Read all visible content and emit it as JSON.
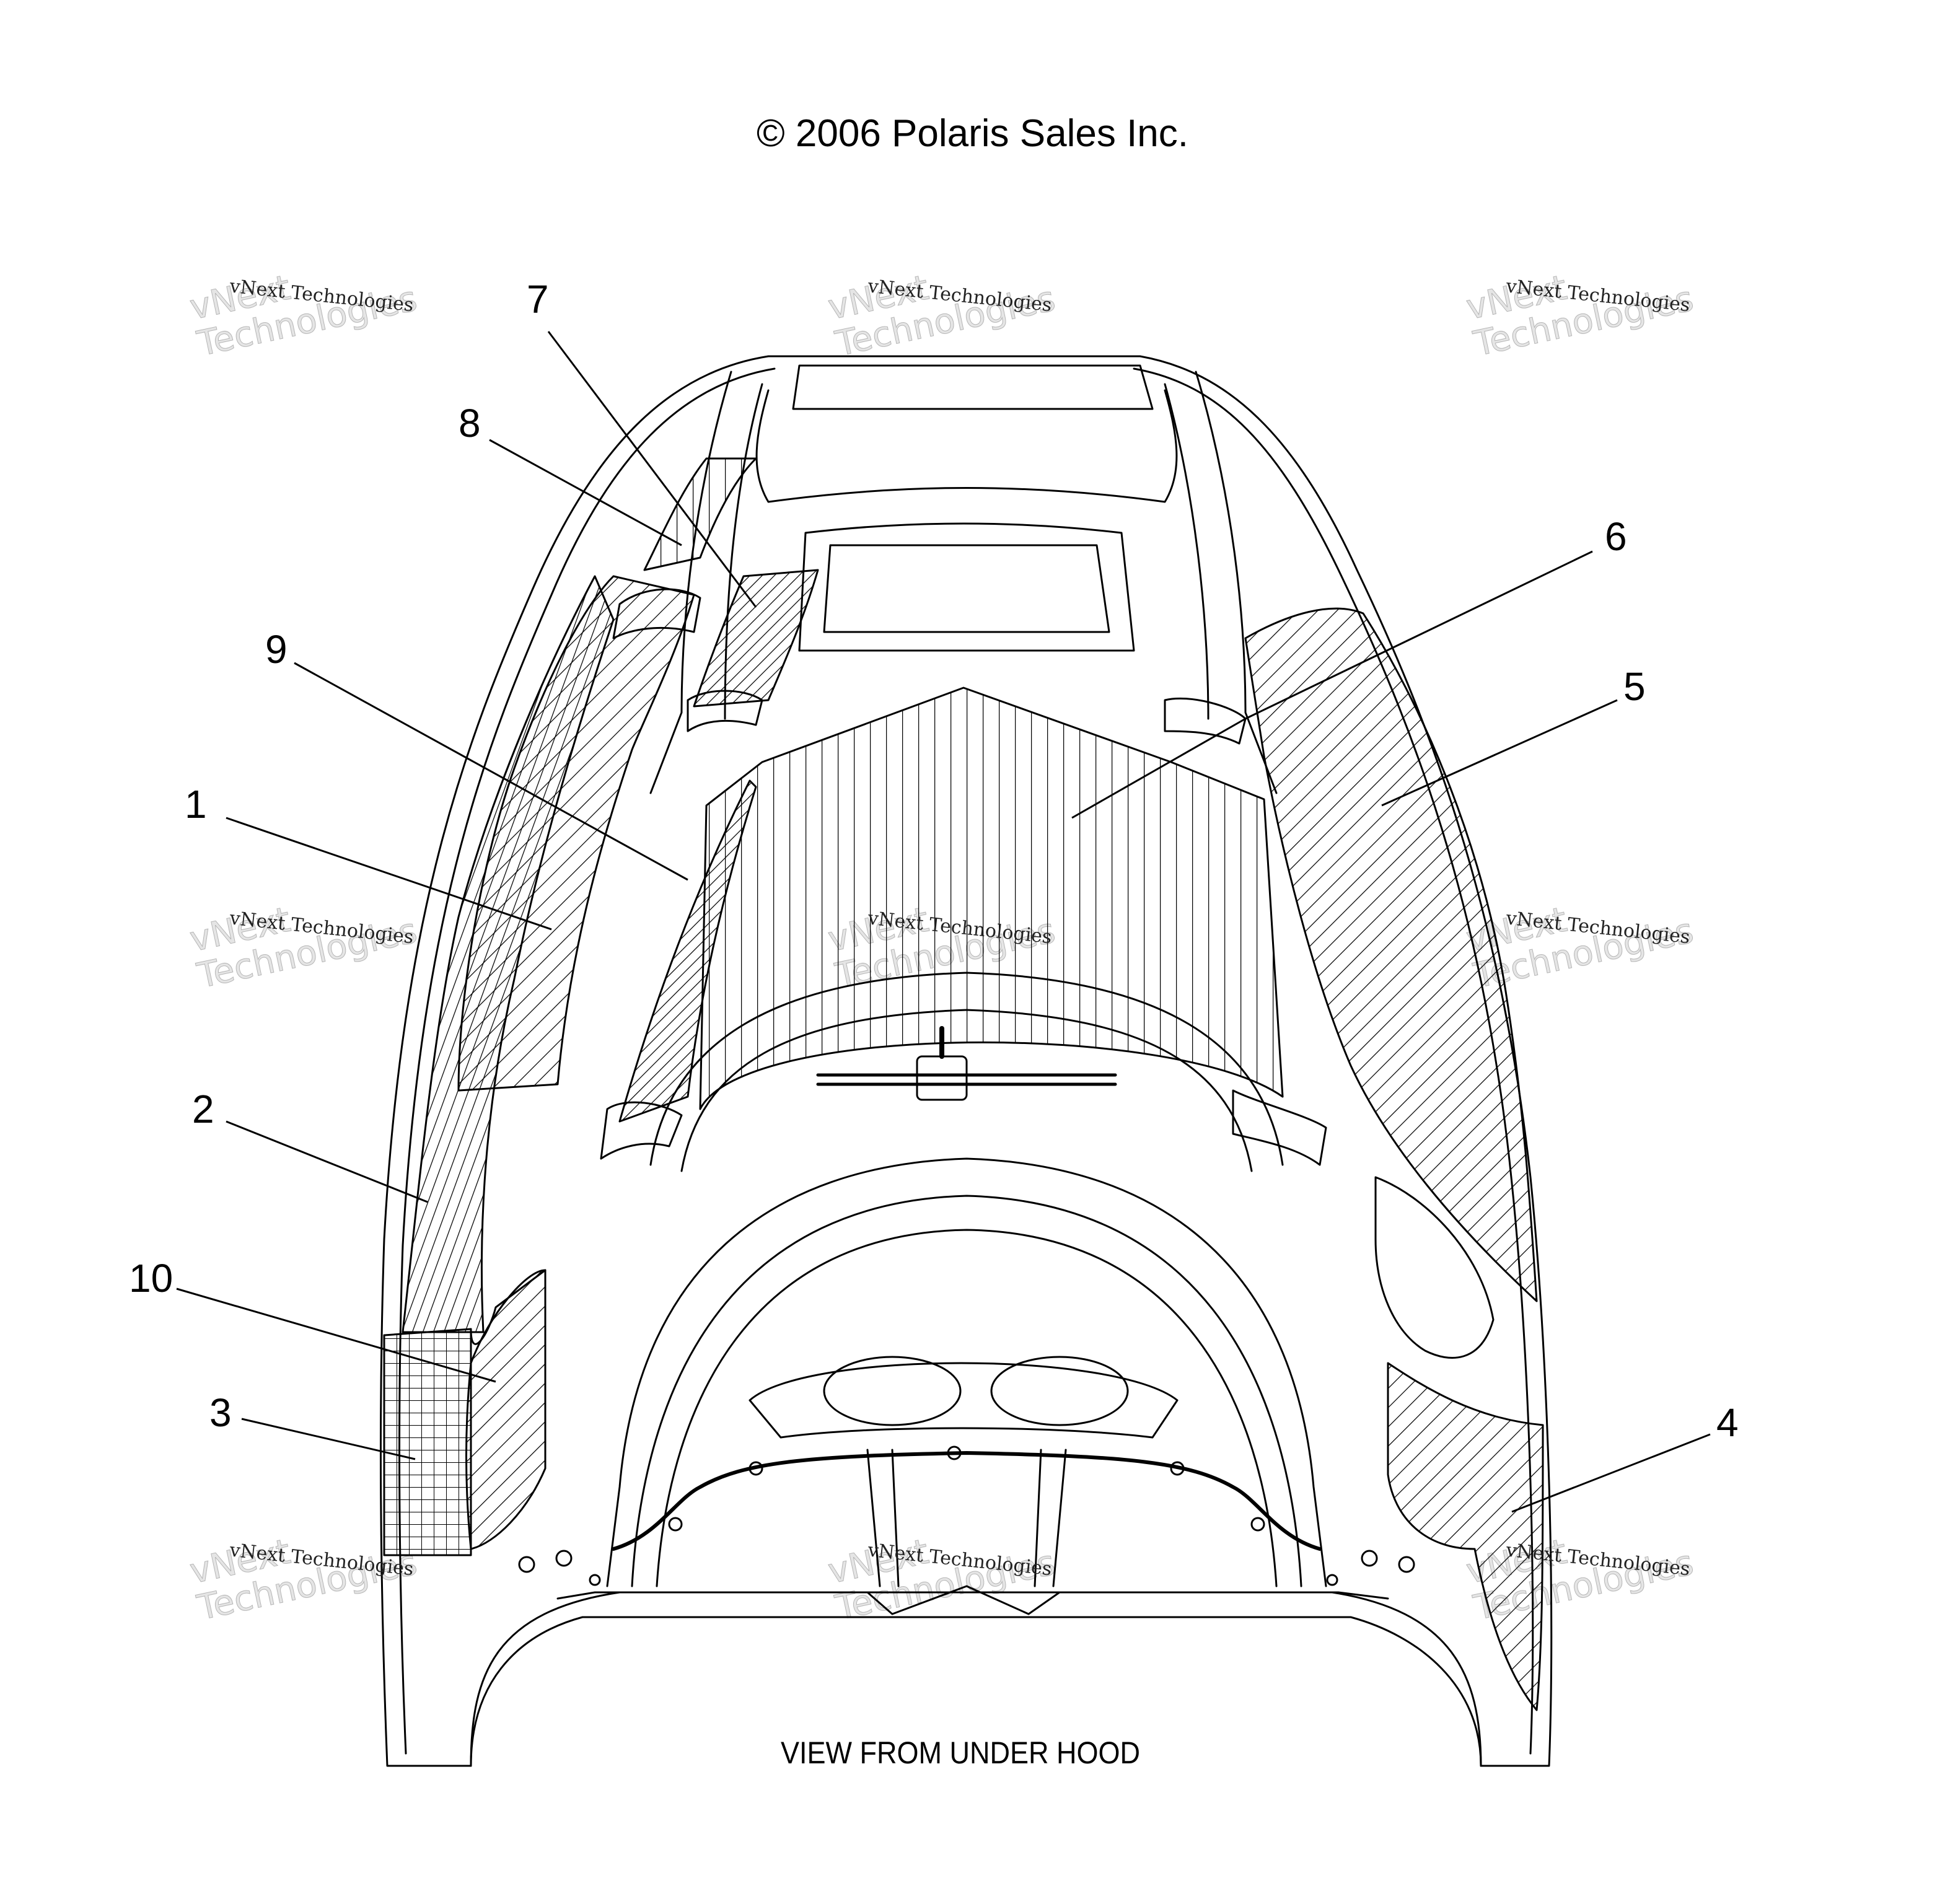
{
  "copyright": "© 2006 Polaris Sales Inc.",
  "caption": "VIEW FROM UNDER HOOD",
  "callouts": [
    {
      "id": "1",
      "label": "1"
    },
    {
      "id": "2",
      "label": "2"
    },
    {
      "id": "3",
      "label": "3"
    },
    {
      "id": "4",
      "label": "4"
    },
    {
      "id": "5",
      "label": "5"
    },
    {
      "id": "6",
      "label": "6"
    },
    {
      "id": "7",
      "label": "7"
    },
    {
      "id": "8",
      "label": "8"
    },
    {
      "id": "9",
      "label": "9"
    },
    {
      "id": "10",
      "label": "10"
    }
  ],
  "watermark": {
    "line1": "vNext Technologies",
    "ghost_top": "vNext",
    "ghost_bottom": "Technologies"
  }
}
